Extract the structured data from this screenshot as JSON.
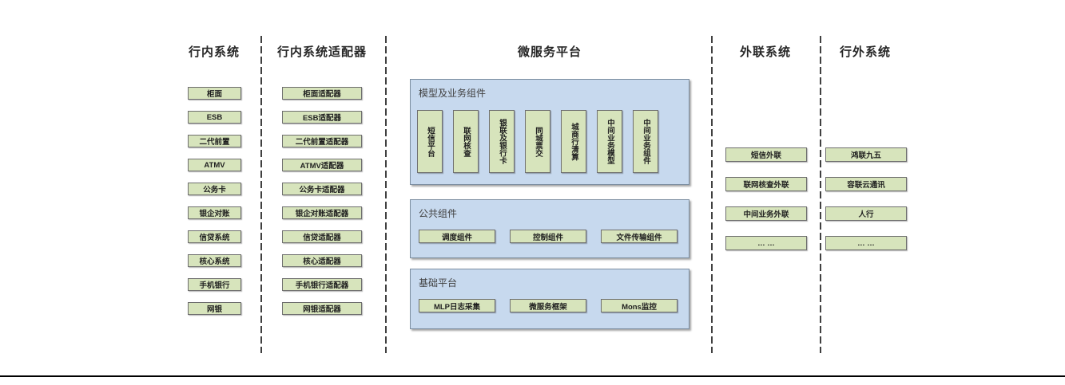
{
  "colors": {
    "box_green_fill": "#d7e4bc",
    "box_green_border": "#6e6e6e",
    "panel_blue_fill": "#c7d9ee",
    "panel_blue_border": "#7b8da0",
    "dash_line": "#404040",
    "title_text": "#262626",
    "bottom_rule": "#000000"
  },
  "columns": {
    "internal": {
      "title": "行内系统",
      "items": [
        "柜面",
        "ESB",
        "二代前置",
        "ATMV",
        "公务卡",
        "银企对账",
        "信贷系统",
        "核心系统",
        "手机银行",
        "网银"
      ]
    },
    "adapters": {
      "title": "行内系统适配器",
      "items": [
        "柜面适配器",
        "ESB适配器",
        "二代前置适配器",
        "ATMV适配器",
        "公务卡适配器",
        "银企对账适配器",
        "信贷适配器",
        "核心适配器",
        "手机银行适配器",
        "网银适配器"
      ]
    },
    "platform": {
      "title": "微服务平台",
      "groups": {
        "model": {
          "label": "模型及业务组件",
          "items": [
            "短信平台",
            "联网核查",
            "银联及银行卡",
            "同城票交",
            "城商行清算",
            "中间业务模型",
            "中间业务组件"
          ]
        },
        "common": {
          "label": "公共组件",
          "items": [
            "调度组件",
            "控制组件",
            "文件传输组件"
          ]
        },
        "base": {
          "label": "基础平台",
          "items": [
            "MLP日志采集",
            "微服务框架",
            "Mons监控"
          ]
        }
      }
    },
    "outreach": {
      "title": "外联系统",
      "items": [
        "短信外联",
        "联网核查外联",
        "中间业务外联",
        "… …"
      ]
    },
    "external": {
      "title": "行外系统",
      "items": [
        "鸿联九五",
        "容联云通讯",
        "人行",
        "… …"
      ]
    }
  }
}
